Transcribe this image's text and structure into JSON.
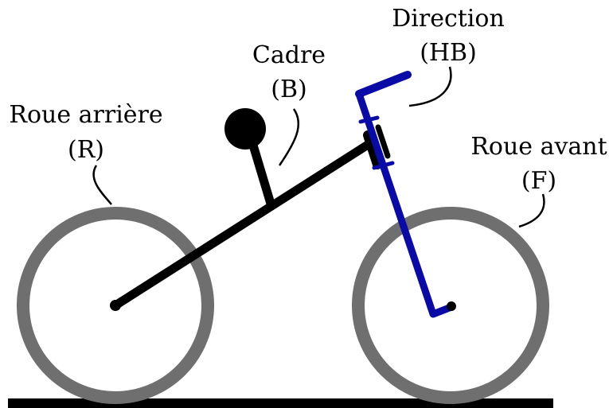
{
  "diagram": {
    "colors": {
      "wheel": "#6f6f6f",
      "frame": "#000000",
      "steering": "#0a0aa6",
      "ground": "#000000",
      "background": "#ffffff"
    },
    "labels": {
      "rear_wheel": {
        "name": "Roue arrière",
        "symbol": "(R)"
      },
      "frame": {
        "name": "Cadre",
        "symbol": "(B)"
      },
      "steering": {
        "name": "Direction",
        "symbol": "(HB)"
      },
      "front_wheel": {
        "name": "Roue avant",
        "symbol": "(F)"
      }
    }
  }
}
